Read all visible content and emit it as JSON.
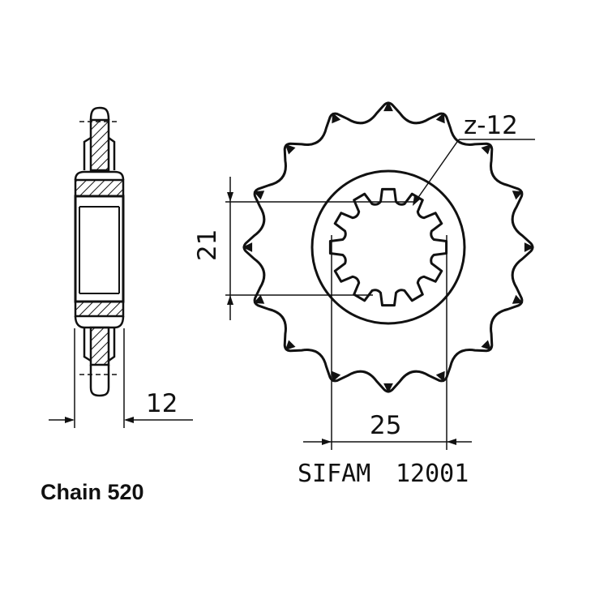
{
  "labels": {
    "teeth": "z-12",
    "inner_dim": "21",
    "spline_width": "25",
    "thickness": "12",
    "maker": "SIFAM",
    "part_number": "12001",
    "chain": "Chain 520"
  },
  "sprocket": {
    "teeth_count": 12
  },
  "colors": {
    "ink": "#111111",
    "background": "#ffffff"
  }
}
